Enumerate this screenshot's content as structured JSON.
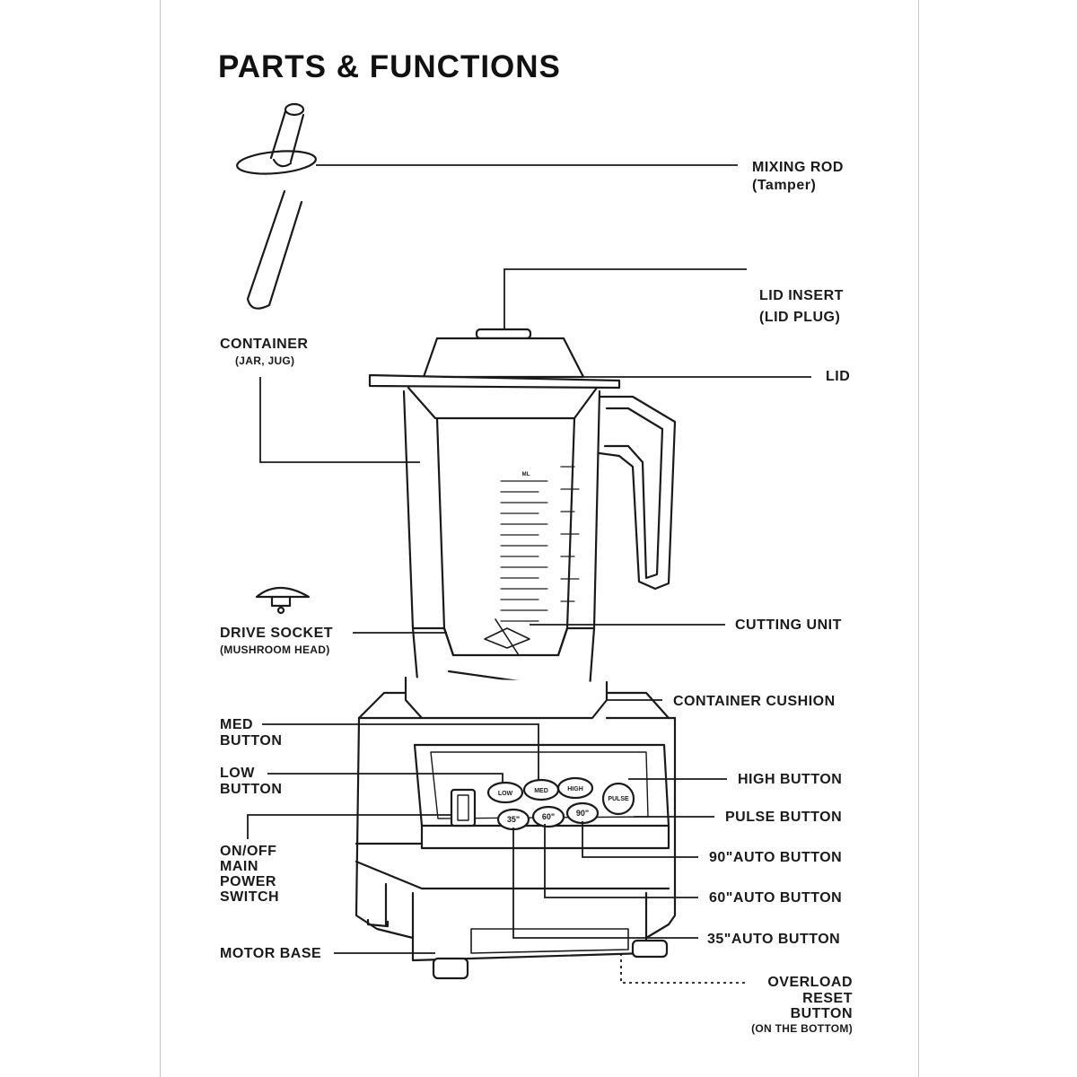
{
  "title": "PARTS & FUNCTIONS",
  "labels": {
    "mixing_rod": "MIXING ROD",
    "mixing_rod_sub": "(Tamper)",
    "lid_insert": "LID INSERT",
    "lid_insert_sub": "(LID PLUG)",
    "container": "CONTAINER",
    "container_sub": "(JAR, JUG)",
    "lid": "LID",
    "drive_socket": "DRIVE SOCKET",
    "drive_socket_sub": "(MUSHROOM HEAD)",
    "cutting_unit": "CUTTING UNIT",
    "container_cushion": "CONTAINER CUSHION",
    "med_button_1": "MED",
    "med_button_2": "BUTTON",
    "high_button": "HIGH BUTTON",
    "low_button_1": "LOW",
    "low_button_2": "BUTTON",
    "pulse_button": "PULSE BUTTON",
    "onoff_1": "ON/OFF",
    "onoff_2": "MAIN",
    "onoff_3": "POWER",
    "onoff_4": "SWITCH",
    "auto90": "90\"AUTO BUTTON",
    "auto60": "60\"AUTO  BUTTON",
    "auto35": "35\"AUTO  BUTTON",
    "motor_base": "MOTOR BASE",
    "overload_1": "OVERLOAD",
    "overload_2": "RESET",
    "overload_3": "BUTTON",
    "overload_sub": "(ON THE BOTTOM)"
  },
  "panel": {
    "low": "LOW",
    "med": "MED",
    "high": "HIGH",
    "pulse": "PULSE",
    "t35": "35\"",
    "t60": "60\"",
    "t90": "90\""
  },
  "scale_ml_unit": "ML"
}
